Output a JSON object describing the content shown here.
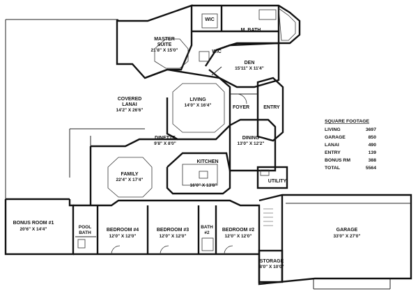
{
  "rooms": {
    "master_suite": {
      "name": "MASTER SUITE",
      "name_line1": "MASTER",
      "name_line2": "SUITE",
      "dims": "21'8\" X 15'0\""
    },
    "wic_top": {
      "name": "WIC"
    },
    "m_bath": {
      "name": "M. BATH"
    },
    "wic_mid": {
      "name": "WIC"
    },
    "den": {
      "name": "DEN",
      "dims": "15'11\" X 11'4\""
    },
    "covered_lanai": {
      "name": "COVERED LANAI",
      "name_line1": "COVERED",
      "name_line2": "LANAI",
      "dims": "14'2\" X 26'6\""
    },
    "living": {
      "name": "LIVING",
      "dims": "14'0\" X 16'4\""
    },
    "foyer": {
      "name": "FOYER"
    },
    "entry": {
      "name": "ENTRY"
    },
    "dinette": {
      "name": "DINETTE",
      "dims": "9'8\" X 8'0\""
    },
    "dining": {
      "name": "DINING",
      "dims": "13'0\" X 12'2\""
    },
    "family": {
      "name": "FAMILY",
      "dims": "22'4\" X 17'4\""
    },
    "kitchen": {
      "name": "KITCHEN",
      "dims": "16'0\" X 13'8\""
    },
    "utility": {
      "name": "UTILITY"
    },
    "bonus_room": {
      "name": "BONUS ROOM #1",
      "dims": "20'6\" X 14'4\""
    },
    "pool_bath": {
      "name": "POOL BATH",
      "name_line1": "POOL",
      "name_line2": "BATH"
    },
    "bedroom4": {
      "name": "BEDROOM #4",
      "dims": "12'0\" X 12'0\""
    },
    "bedroom3": {
      "name": "BEDROOM #3",
      "dims": "12'0\" X 12'0\""
    },
    "bath2": {
      "name": "BATH #2",
      "name_line1": "BATH",
      "name_line2": "#2"
    },
    "bedroom2": {
      "name": "BEDROOM #2",
      "dims": "12'0\" X 12'0\""
    },
    "garage": {
      "name": "GARAGE",
      "dims": "33'0\" X 27'0\""
    },
    "storage": {
      "name": "STORAGE",
      "dims": "8'0\" X 10'0\""
    }
  },
  "square_footage": {
    "title": "SQUARE FOOTAGE",
    "rows": [
      {
        "label": "LIVING",
        "value": "3697"
      },
      {
        "label": "GARAGE",
        "value": "850"
      },
      {
        "label": "LANAI",
        "value": "490"
      },
      {
        "label": "ENTRY",
        "value": "139"
      },
      {
        "label": "BONUS RM",
        "value": "388"
      },
      {
        "label": "TOTAL",
        "value": "5564"
      }
    ]
  }
}
